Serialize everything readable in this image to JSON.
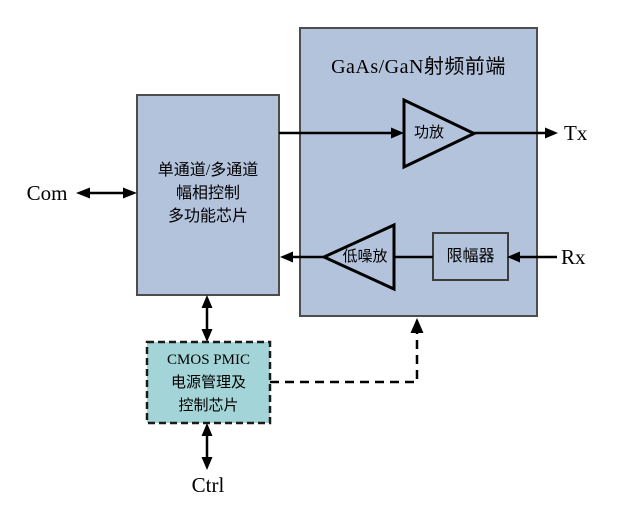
{
  "diagram": {
    "rf_frontend": {
      "title": "GaAs/GaN射频前端"
    },
    "beamformer_chip": {
      "line1": "单通道/多通道",
      "line2": "幅相控制",
      "line3": "多功能芯片"
    },
    "pmic_chip": {
      "line1": "CMOS PMIC",
      "line2": "电源管理及",
      "line3": "控制芯片"
    },
    "pa_label": "功放",
    "lna_label": "低噪放",
    "limiter_label": "限幅器",
    "ports": {
      "com": "Com",
      "tx": "Tx",
      "rx": "Rx",
      "ctrl": "Ctrl"
    },
    "colors": {
      "chip_fill": "#b4c3dc",
      "chip_border": "#4d4d4d",
      "pmic_fill": "#a3d4d7",
      "line": "#000000"
    }
  }
}
